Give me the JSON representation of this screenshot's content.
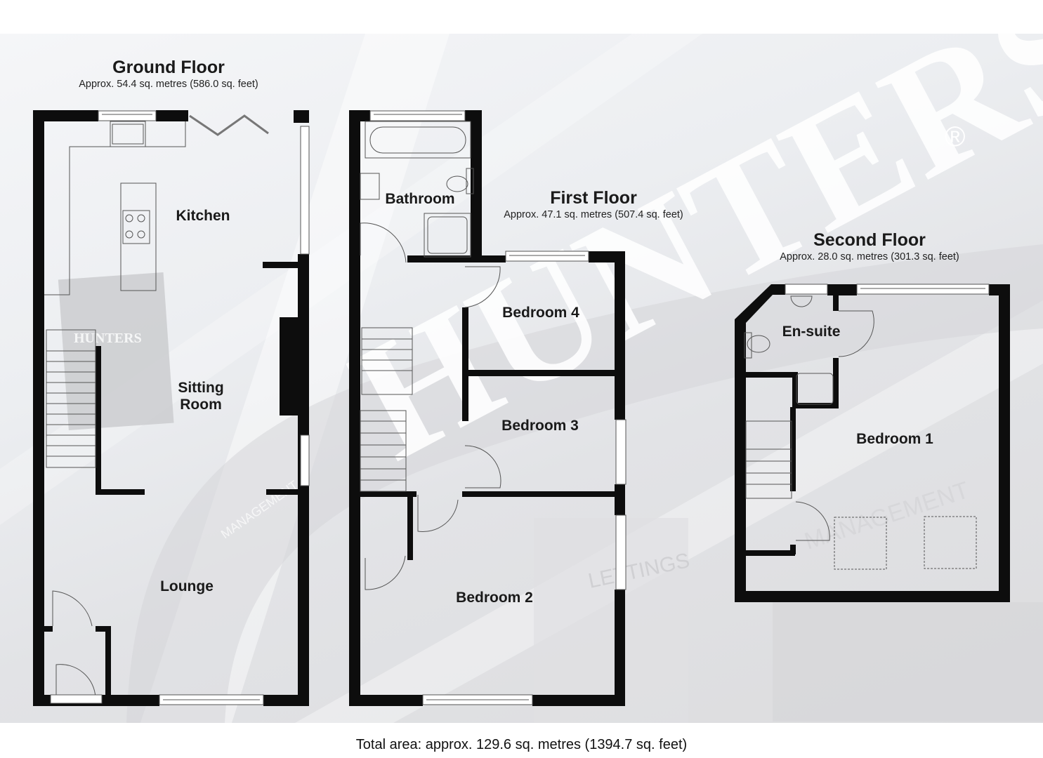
{
  "floors": [
    {
      "name": "Ground Floor",
      "area": "Approx. 54.4 sq. metres (586.0 sq. feet)",
      "rooms": [
        "Kitchen",
        "Sitting Room",
        "Lounge"
      ]
    },
    {
      "name": "First Floor",
      "area": "Approx. 47.1 sq. metres (507.4 sq. feet)",
      "rooms": [
        "Bathroom",
        "Bedroom 4",
        "Bedroom 3",
        "Bedroom 2"
      ]
    },
    {
      "name": "Second Floor",
      "area": "Approx. 28.0 sq. metres (301.3 sq. feet)",
      "rooms": [
        "En-suite",
        "Bedroom 1"
      ]
    }
  ],
  "labels": {
    "kitchen": "Kitchen",
    "sitting_room_line1": "Sitting",
    "sitting_room_line2": "Room",
    "lounge": "Lounge",
    "bathroom": "Bathroom",
    "bedroom4": "Bedroom 4",
    "bedroom3": "Bedroom 3",
    "bedroom2": "Bedroom 2",
    "ensuite": "En-suite",
    "bedroom1": "Bedroom 1"
  },
  "watermark": {
    "brand": "HUNTERS",
    "registered": "®",
    "sign_small": "HUNTERS",
    "words": [
      "MANAGEMENT",
      "LETTINGS",
      "MANAGEMENT"
    ]
  },
  "total_area": "Total area: approx. 129.6 sq. metres (1394.7 sq. feet)",
  "colors": {
    "wall": "#0d0d0d",
    "fixture_line": "#555555",
    "background_grey": "#e3e4e7"
  }
}
